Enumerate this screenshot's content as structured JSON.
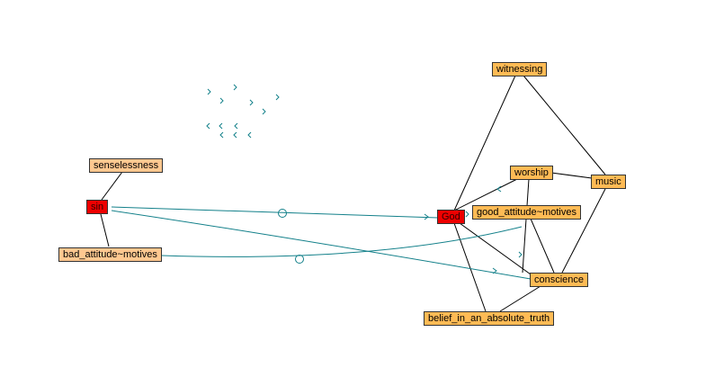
{
  "colors": {
    "edge": "#000000",
    "link": "#13808a",
    "node_red": "#ee0000",
    "node_peach": "#ffc890",
    "node_orange": "#ffbb55"
  },
  "nodes": {
    "witnessing": "witnessing",
    "senselessness": "senselessness",
    "worship": "worship",
    "music": "music",
    "sin": "sin",
    "good_attitude": "good_attitude~motives",
    "god": "God",
    "bad_attitude": "bad_attitude~motives",
    "conscience": "conscience",
    "belief": "belief_in_an_absolute_truth"
  }
}
